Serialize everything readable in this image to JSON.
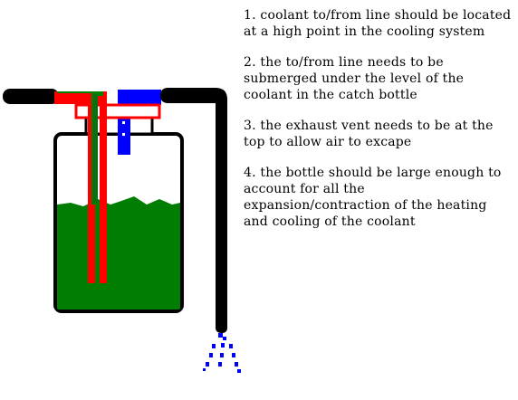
{
  "notes": [
    "1. coolant to/from line should be located at a high point in the cooling system",
    "2. the to/from line needs to be submerged under the level of the coolant in the catch bottle",
    "3. the exhaust vent needs to be at the top to allow air to excape",
    "4. the bottle should be large enough to account for all the expansion/contraction of the heating and cooling of the coolant"
  ],
  "colors": {
    "hose": "#000000",
    "coolant": "#008000",
    "coolant_dither": "#0a6f10",
    "to_from_line": "#ff0000",
    "exhaust_vent": "#0000ff",
    "drip": "#0000ff",
    "background": "#ffffff"
  },
  "icons": {
    "bottle": "catch-bottle-icon",
    "drip": "water-drip-icon"
  }
}
